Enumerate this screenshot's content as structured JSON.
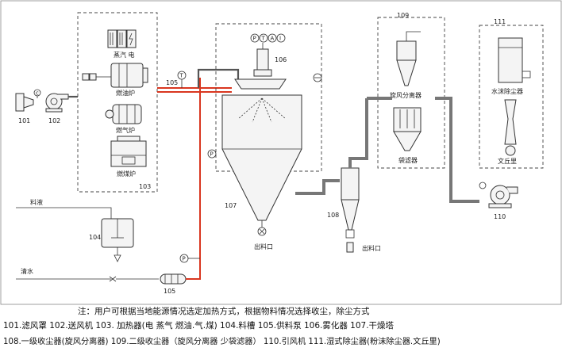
{
  "labels": {
    "n101": "101",
    "n102": "102",
    "n103": "103",
    "n104": "104",
    "n105": "105",
    "n106": "106",
    "n107": "107",
    "n108": "108",
    "n109": "109",
    "n110": "110",
    "n111": "111",
    "steam_elec": "蒸汽 电",
    "oil_furnace": "燃油炉",
    "gas_furnace": "燃气炉",
    "coal_furnace": "燃煤炉",
    "feed": "料液",
    "water": "清水",
    "outlet": "出料口",
    "cyclone": "旋风分离器",
    "bag_filter": "袋滤器",
    "water_film": "水沫除尘器",
    "venturi": "文丘里",
    "instr_t": "T",
    "instr_p": "P",
    "atomizer_gauges": [
      "P",
      "T",
      "A",
      "I"
    ]
  },
  "footer": {
    "note": "注：用户可根据当地能源情况选定加热方式，根据物料情况选择收尘，除尘方式",
    "legend1": "101.滤风罩 102.送风机 103. 加热器(电 蒸气 燃油.气.煤) 104.料槽 105.供料泵 106.雾化器 107.干燥塔",
    "legend2": "108.一级收尘器(旋风分离器) 109.二级收尘器（旋风分离器 少袋滤器） 110.引风机 111.湿式除尘器(粉沫除尘器.文丘里)"
  },
  "colors": {
    "hot_air_line": "#d9361f",
    "line": "#333333"
  }
}
